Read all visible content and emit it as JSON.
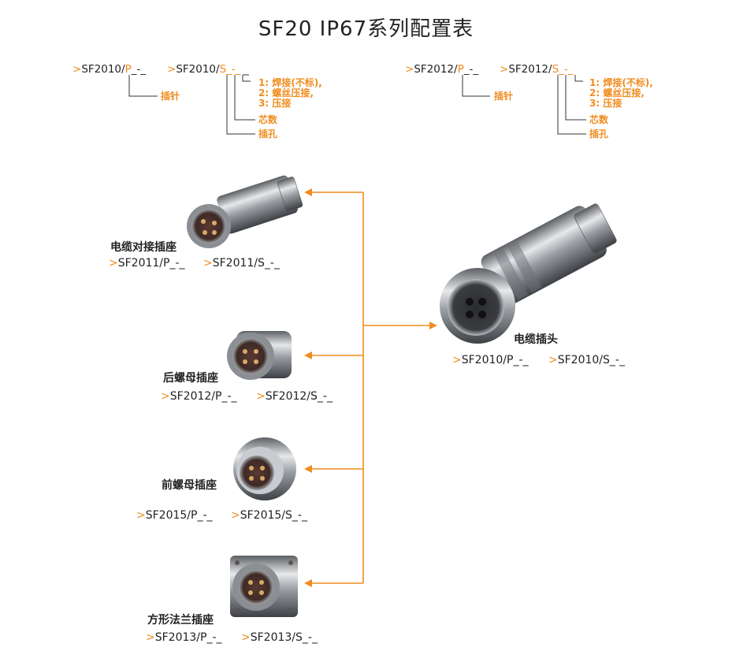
{
  "title": "SF20 IP67系列配置表",
  "legend": [
    {
      "plug_code": {
        "gt": ">",
        "prefix": "SF2010/",
        "letter": "P",
        "suffix": "_-_"
      },
      "socket_code": {
        "gt": ">",
        "prefix": "SF2010/",
        "letter": "S",
        "suffix": "_-_"
      },
      "pin_label": "插针",
      "termination_options": [
        "1: 焊接(不标),",
        "2: 螺丝压接,",
        "3: 压接"
      ],
      "core_label": "芯数",
      "hole_label": "插孔"
    },
    {
      "plug_code": {
        "gt": ">",
        "prefix": "SF2012/",
        "letter": "P",
        "suffix": "_-_"
      },
      "socket_code": {
        "gt": ">",
        "prefix": "SF2012/",
        "letter": "S",
        "suffix": "_-_"
      },
      "pin_label": "插针",
      "termination_options": [
        "1: 焊接(不标),",
        "2: 螺丝压接,",
        "3: 压接"
      ],
      "core_label": "芯数",
      "hole_label": "插孔"
    }
  ],
  "center": {
    "name": "电缆插头",
    "codes": [
      {
        "gt": ">",
        "text": "SF2010/P_-_"
      },
      {
        "gt": ">",
        "text": "SF2010/S_-_"
      }
    ]
  },
  "mates": [
    {
      "name": "电缆对接插座",
      "codes": [
        {
          "gt": ">",
          "text": "SF2011/P_-_"
        },
        {
          "gt": ">",
          "text": "SF2011/S_-_"
        }
      ]
    },
    {
      "name": "后螺母插座",
      "codes": [
        {
          "gt": ">",
          "text": "SF2012/P_-_"
        },
        {
          "gt": ">",
          "text": "SF2012/S_-_"
        }
      ]
    },
    {
      "name": "前螺母插座",
      "codes": [
        {
          "gt": ">",
          "text": "SF2015/P_-_"
        },
        {
          "gt": ">",
          "text": "SF2015/S_-_"
        }
      ]
    },
    {
      "name": "方形法兰插座",
      "codes": [
        {
          "gt": ">",
          "text": "SF2013/P_-_"
        },
        {
          "gt": ">",
          "text": "SF2013/S_-_"
        }
      ]
    }
  ],
  "colors": {
    "accent": "#f08c1e",
    "text": "#222222"
  }
}
